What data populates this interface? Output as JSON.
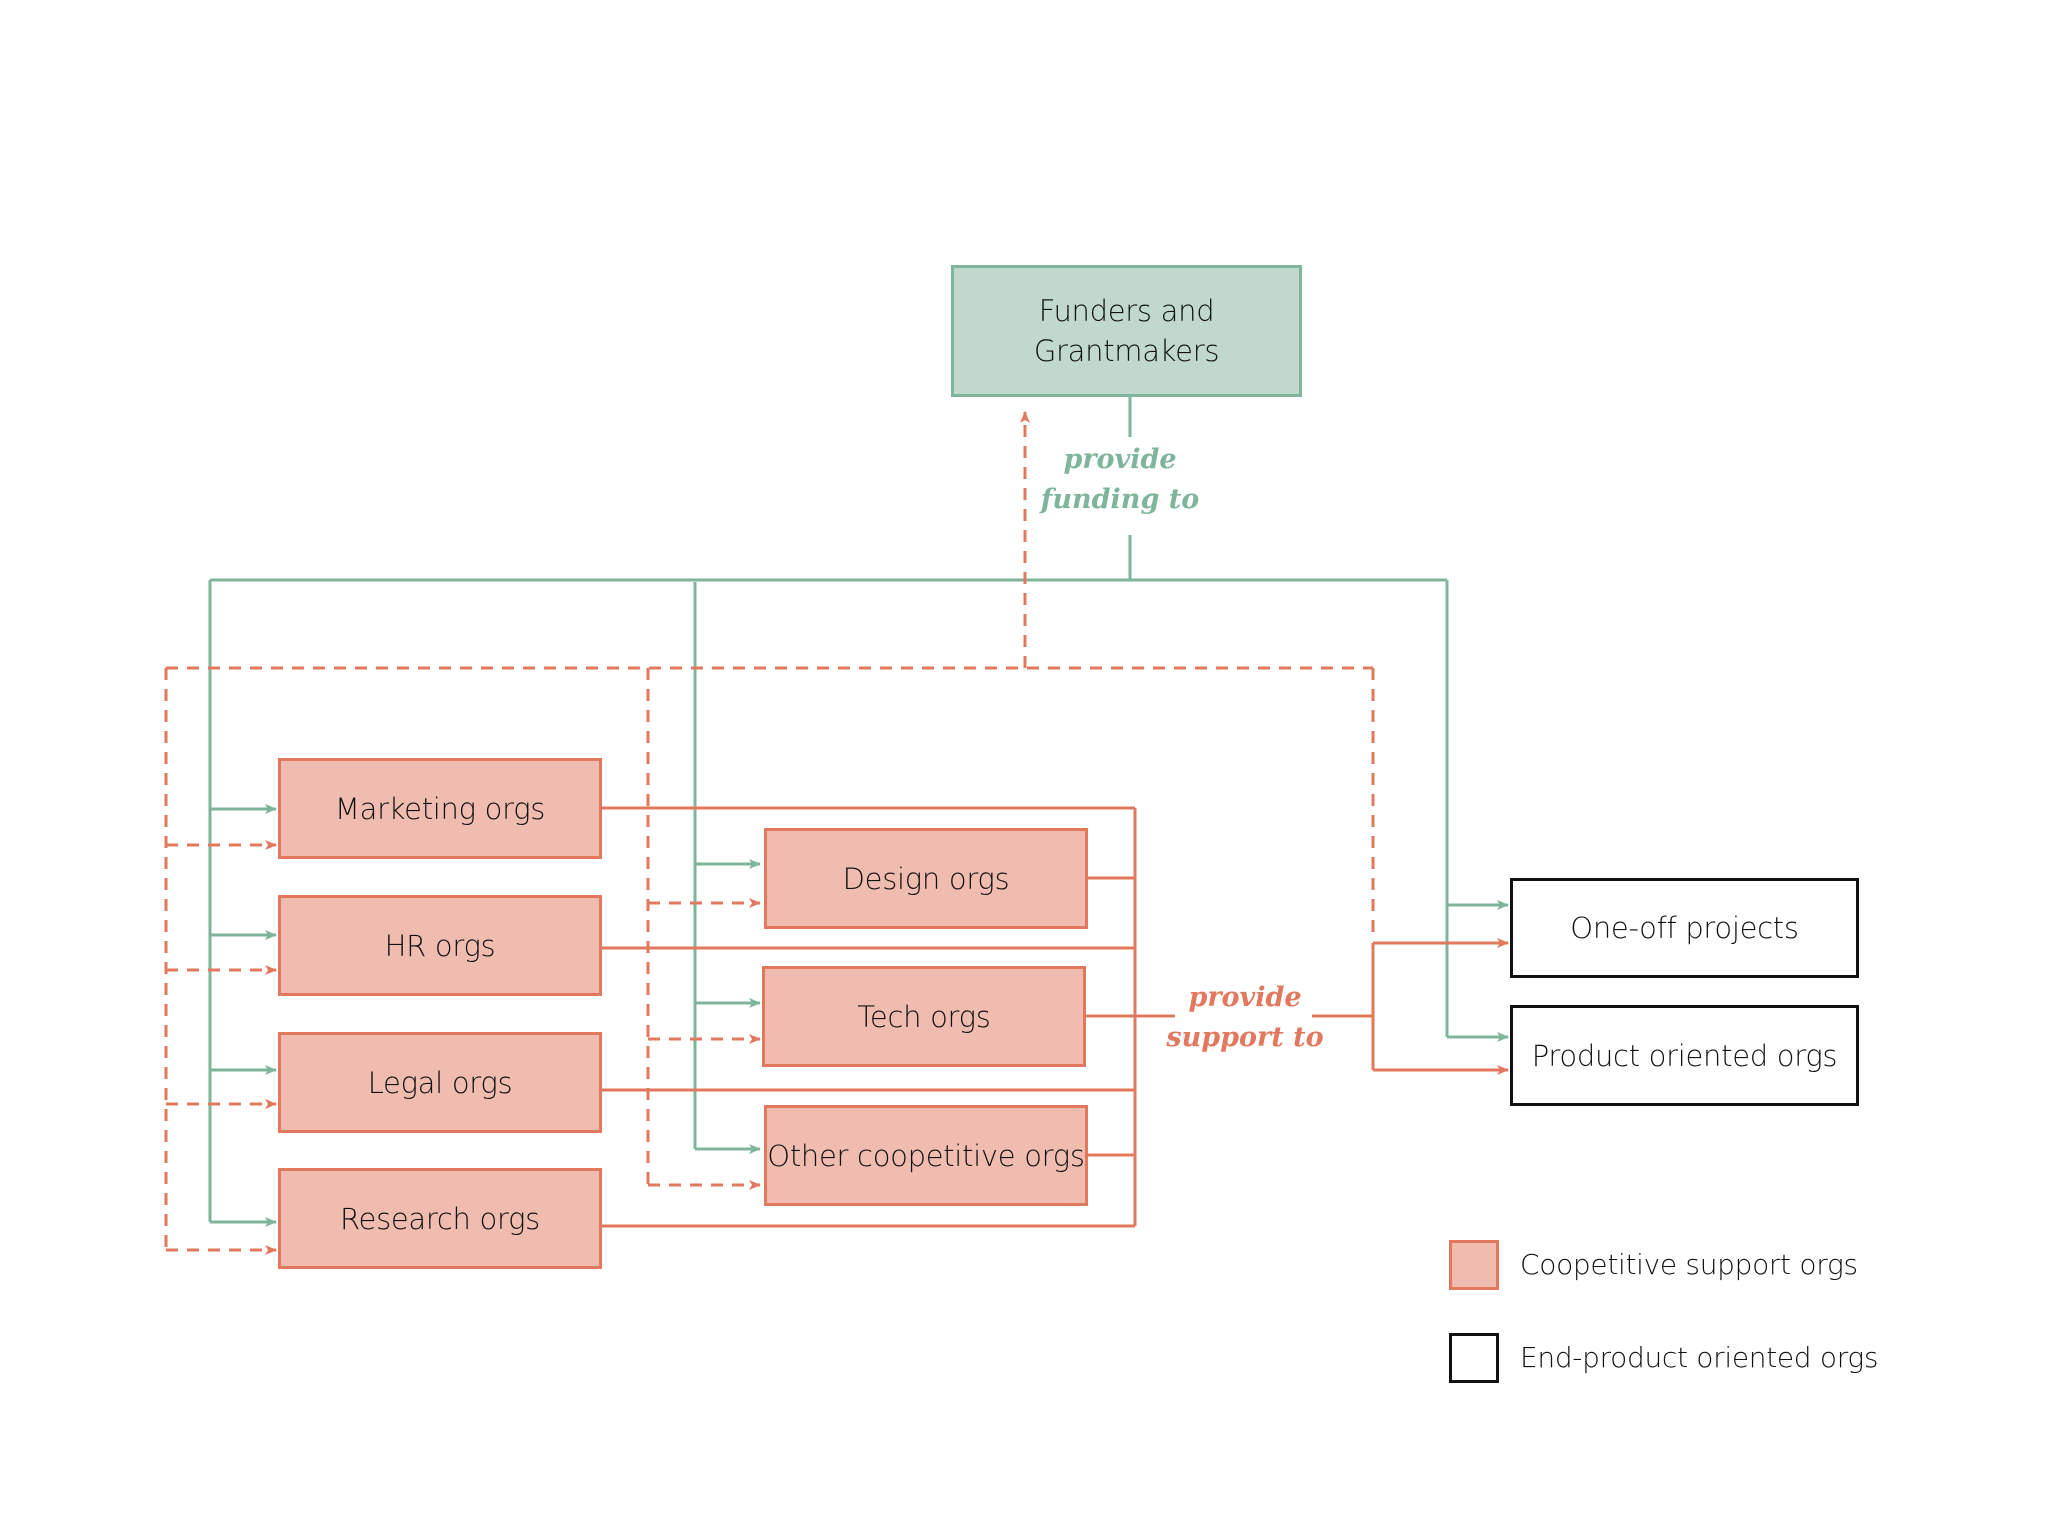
{
  "colors": {
    "support": "#e2785e",
    "support_fill": "#f0bcb0",
    "funding": "#7fb59b",
    "funding_fill": "#c1d9cc",
    "end_product": "#111111"
  },
  "nodes": {
    "funders": "Funders and\nGrantmakers",
    "coop_left": [
      "Marketing orgs",
      "HR orgs",
      "Legal orgs",
      "Research orgs"
    ],
    "coop_mid": [
      "Design orgs",
      "Tech orgs",
      "Other coopetitive orgs"
    ],
    "end": [
      "One-off projects",
      "Product oriented orgs"
    ]
  },
  "edge_labels": {
    "funding": "provide\nfunding to",
    "support": "provide\nsupport to"
  },
  "legend": [
    {
      "label": "Coopetitive support orgs",
      "type": "coopetitive"
    },
    {
      "label": "End-product oriented orgs",
      "type": "end-product"
    }
  ]
}
